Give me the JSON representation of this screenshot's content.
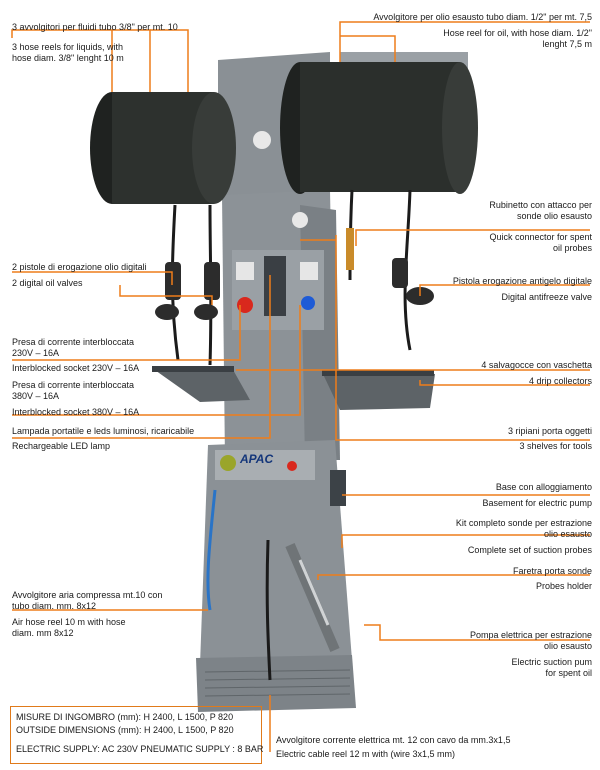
{
  "colors": {
    "callout": "#ee7d1a",
    "machine": "#8d9398",
    "drum": "#2b2f2c",
    "label_blue": "#1e5bd6",
    "label_red": "#d9281d"
  },
  "labels": {
    "reels_it": "3 avvolgitori per fluidi tubo 3/8\" per mt. 10",
    "reels_en_1": "3 hose reels for liquids, with",
    "reels_en_2": "hose diam. 3/8\" lenght 10 m",
    "oil_reel_it": "Avvolgitore per olio esausto tubo diam. 1/2\" per mt. 7,5",
    "oil_reel_en_1": "Hose reel for oil, with hose diam. 1/2\"",
    "oil_reel_en_2": "lenght 7,5 m",
    "quick_it_1": "Rubinetto con attacco per",
    "quick_it_2": "sonde olio esausto",
    "quick_en_1": "Quick connector for spent",
    "quick_en_2": "oil probes",
    "pistols_it": "2 pistole di erogazione olio digitali",
    "pistols_en": "2 digital oil valves",
    "antifreeze_it": "Pistola erogazione antigelo digitale",
    "antifreeze_en": "Digital antifreeze valve",
    "socket230_it_1": "Presa di corrente interbloccata",
    "socket230_it_2": "230V – 16A",
    "socket230_en": "Interblocked socket 230V – 16A",
    "socket380_it_1": "Presa di corrente interbloccata",
    "socket380_it_2": "380V – 16A",
    "socket380_en": "Interblocked socket 380V – 16A",
    "drip_it": "4 salvagocce con vaschetta",
    "drip_en": "4 drip collectors",
    "lamp_it": "Lampada portatile e leds luminosi, ricaricabile",
    "lamp_en": "Rechargeable LED lamp",
    "shelves_it": "3 ripiani porta oggetti",
    "shelves_en": "3 shelves for tools",
    "base_it": "Base con alloggiamento",
    "base_en": "Basement for electric pump",
    "kit_it_1": "Kit completo sonde per estrazione",
    "kit_it_2": "olio esausto",
    "kit_en": "Complete set of suction probes",
    "holder_it": "Faretra porta sonde",
    "holder_en": "Probes holder",
    "air_it_1": "Avvolgitore aria compressa mt.10 con",
    "air_it_2": "tubo diam. mm. 8x12",
    "air_en_1": "Air hose reel 10 m with hose",
    "air_en_2": "diam. mm 8x12",
    "pump_it_1": "Pompa elettrica per estrazione",
    "pump_it_2": "olio esausto",
    "pump_en_1": "Electric suction pum",
    "pump_en_2": "for spent oil",
    "cable_it": "Avvolgitore corrente elettrica mt. 12 con cavo da mm.3x1,5",
    "cable_en": "Electric cable reel 12 m with (wire 3x1,5 mm)",
    "dims_it": "MISURE DI INGOMBRO (mm): H 2400,  L 1500, P 820",
    "dims_en": "OUTSIDE DIMENSIONS (mm): H 2400,  L 1500, P 820",
    "supply": "ELECTRIC SUPPLY: AC 230V PNEUMATIC SUPPLY : 8 BAR",
    "brand": "APAC"
  }
}
